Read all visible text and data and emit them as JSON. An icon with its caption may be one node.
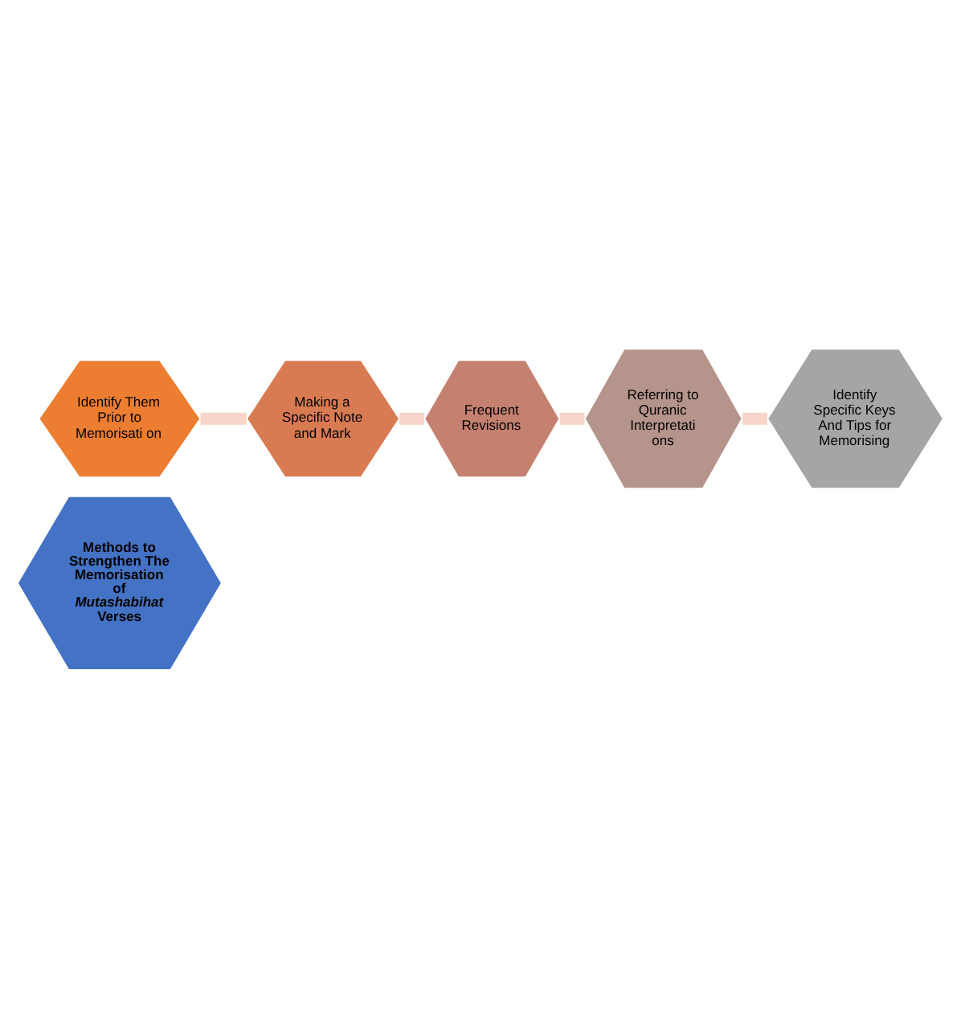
{
  "diagram": {
    "nodes": [
      {
        "text": [
          "Methods to Strengthen The Memorisation of *Mutashabihat* Verses"
        ]
      },
      {
        "text": [
          "Identify Them Prior to Memorisati on"
        ]
      },
      {
        "text": [
          "Making a Specific Note and Mark"
        ]
      },
      {
        "text": [
          "Frequent Revisions"
        ]
      },
      {
        "text": [
          "Referring to Quranic Interpretati ons"
        ]
      },
      {
        "text": [
          "Identify Specific Keys And Tips for Memorising"
        ]
      }
    ],
    "edges": [
      {
        "from": 1,
        "to": 2,
        "arrow": "none"
      },
      {
        "from": 2,
        "to": 3,
        "arrow": "none"
      },
      {
        "from": 3,
        "to": 4,
        "arrow": "none"
      },
      {
        "from": 4,
        "to": 5,
        "arrow": "none"
      }
    ]
  }
}
